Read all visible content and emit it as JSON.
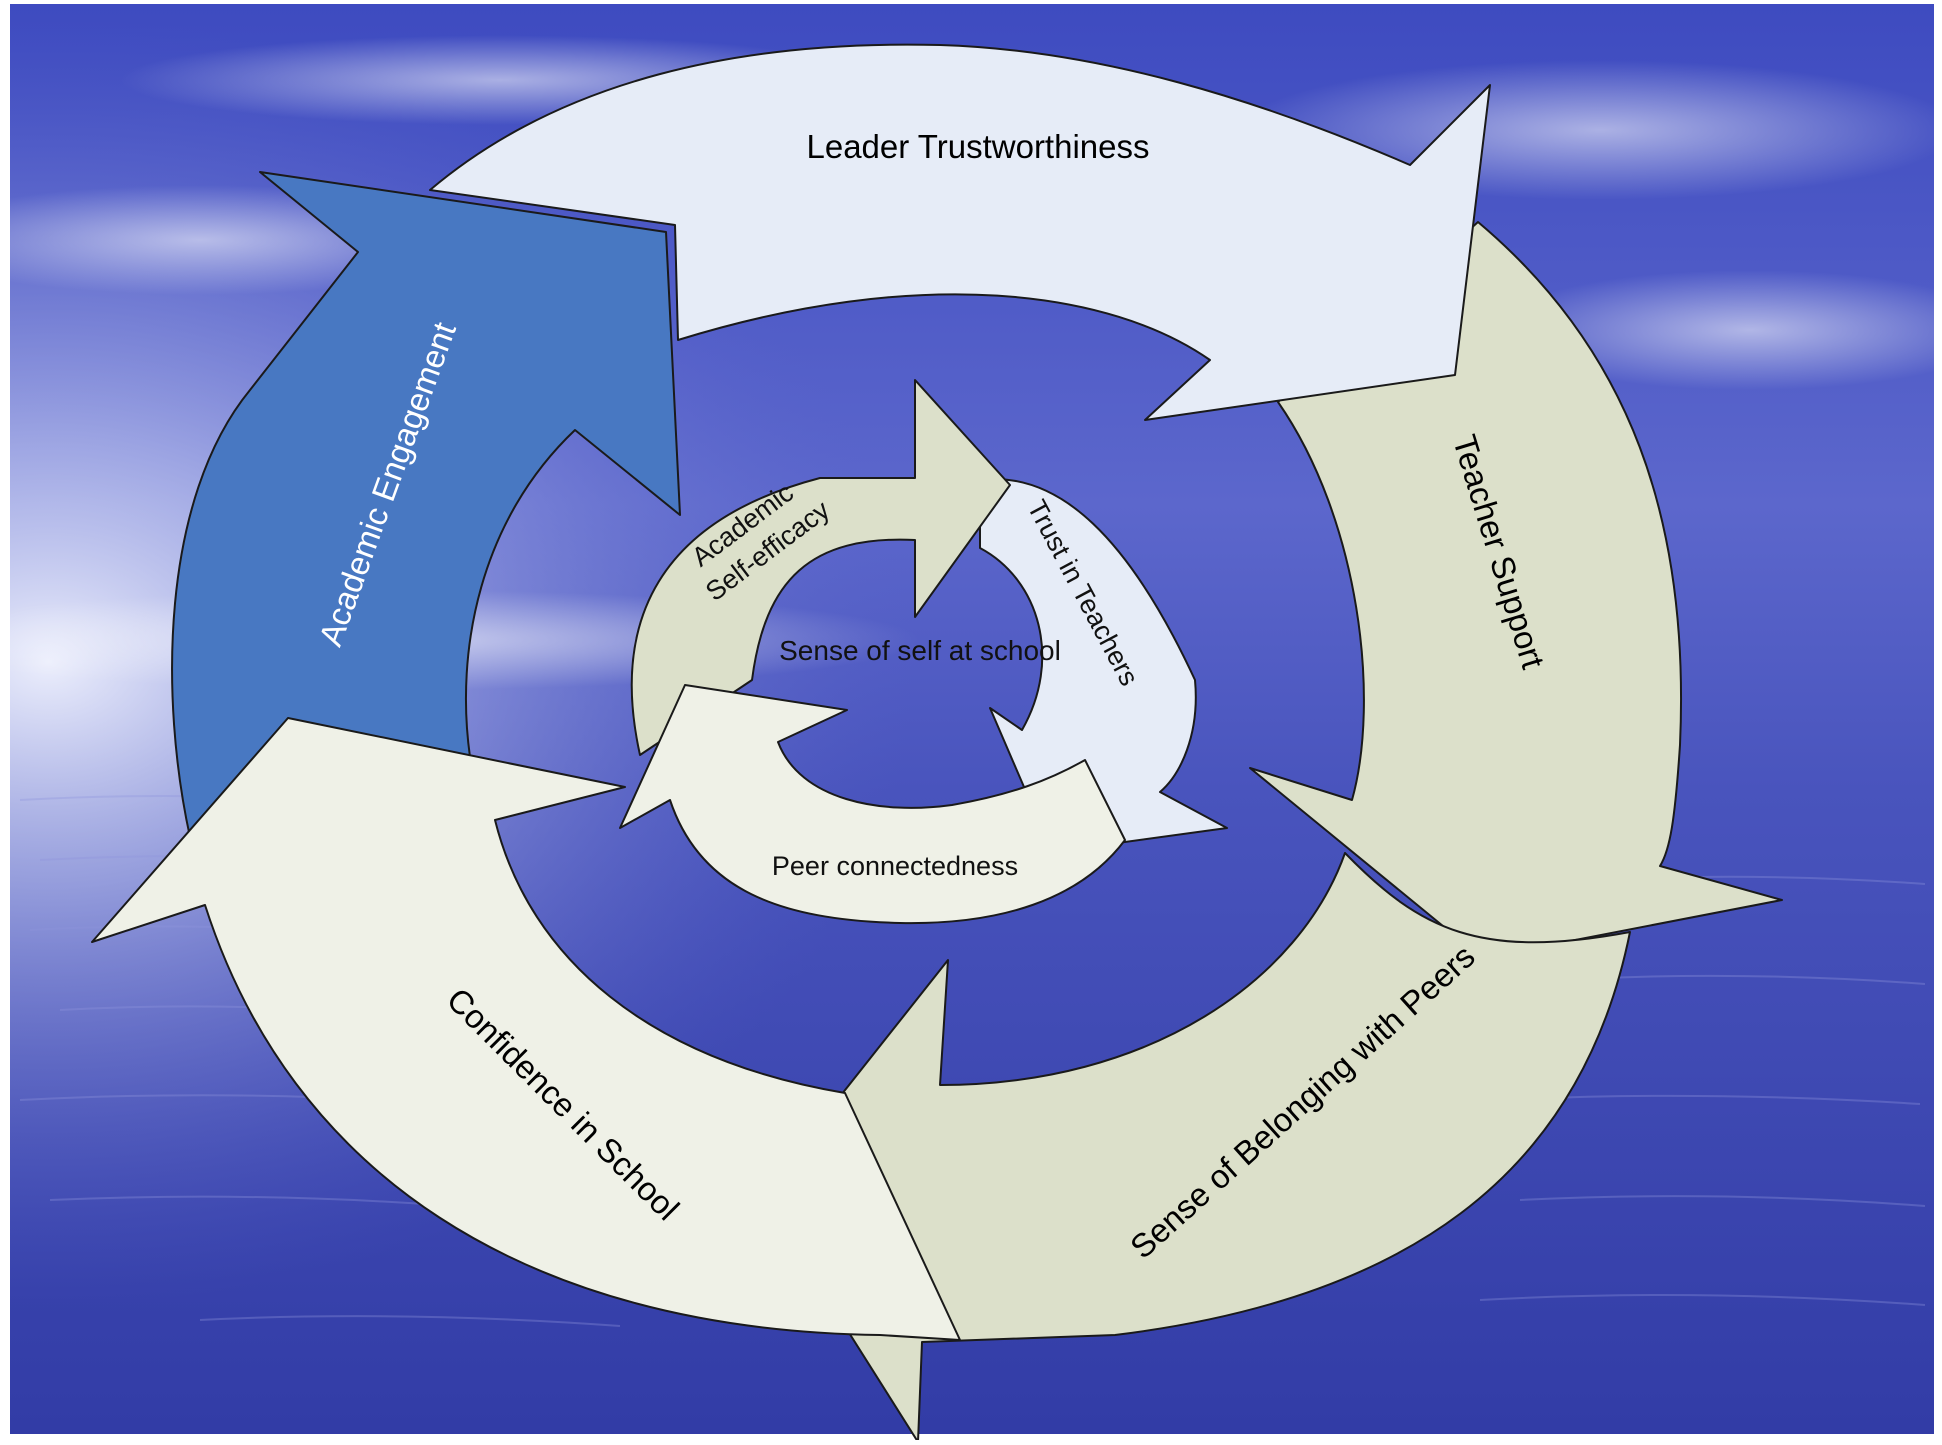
{
  "diagram": {
    "outer_cycle": [
      {
        "id": "leader-trustworthiness",
        "label": "Leader Trustworthiness",
        "fill": "#E6ECF7"
      },
      {
        "id": "teacher-support",
        "label": "Teacher Support",
        "fill": "#DCE0CA"
      },
      {
        "id": "sense-of-belonging",
        "label": "Sense of Belonging with Peers",
        "fill": "#DCE0CA"
      },
      {
        "id": "confidence-in-school",
        "label": "Confidence in School",
        "fill": "#EFF1E7"
      },
      {
        "id": "academic-engagement",
        "label": "Academic Engagement",
        "fill": "#4878C2"
      }
    ],
    "inner_cycle": [
      {
        "id": "academic-self-efficacy",
        "label_line1": "Academic",
        "label_line2": "Self-efficacy",
        "fill": "#DCE0CA"
      },
      {
        "id": "trust-in-teachers",
        "label": "Trust in Teachers",
        "fill": "#E6ECF7"
      },
      {
        "id": "peer-connectedness",
        "label": "Peer connectedness",
        "fill": "#EFF1E7"
      }
    ],
    "center_label": "Sense of self at school",
    "background": {
      "sky": "#4A55BE",
      "sea": "#3A43B0",
      "haze": "#E6EAFA"
    }
  }
}
